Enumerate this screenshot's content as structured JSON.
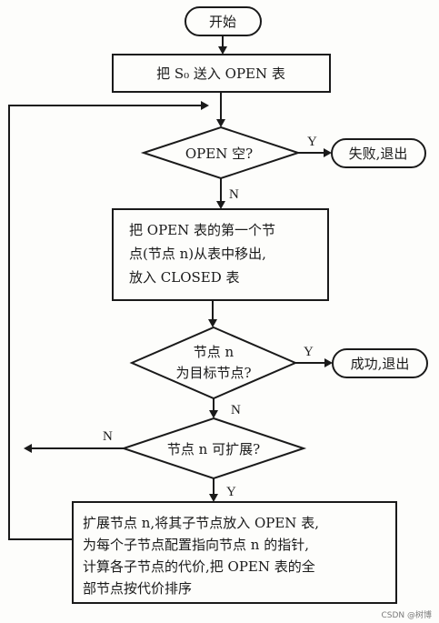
{
  "nodes": {
    "start": "开始",
    "init": "把 S₀ 送入 OPEN 表",
    "check_empty": "OPEN 空?",
    "fail": "失败,退出",
    "take_node": [
      "把 OPEN 表的第一个节",
      "点(节点 n)从表中移出,",
      "放入 CLOSED 表"
    ],
    "is_goal": [
      "节点 n",
      "为目标节点?"
    ],
    "success": "成功,退出",
    "expandable": "节点 n 可扩展?",
    "expand": [
      "扩展节点 n,将其子节点放入 OPEN 表,",
      "为每个子节点配置指向节点 n 的指针,",
      "计算各子节点的代价,把 OPEN 表的全",
      "部节点按代价排序"
    ]
  },
  "edge_labels": {
    "empty_yes": "Y",
    "empty_no": "N",
    "goal_yes": "Y",
    "goal_no": "N",
    "expandable_yes": "Y",
    "expandable_no": "N"
  },
  "footer": "CSDN @树博"
}
